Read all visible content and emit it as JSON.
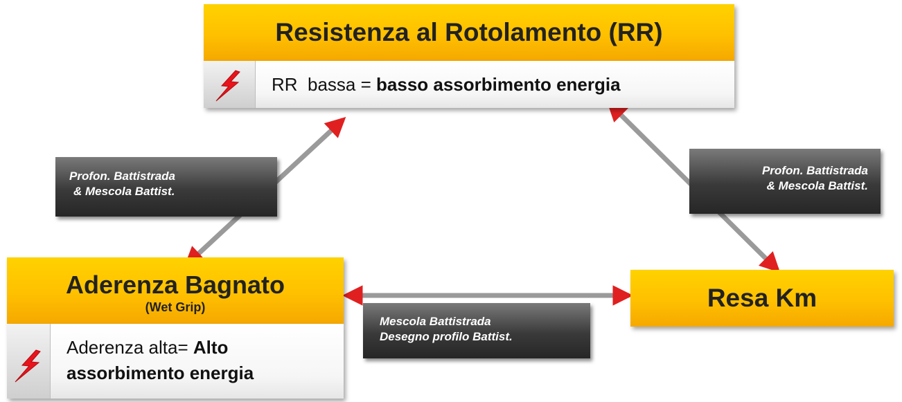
{
  "nodes": {
    "rr": {
      "title": "Resistenza al Rotolamento (RR)",
      "note_prefix": "RR  bassa = ",
      "note_bold": "basso assorbimento energia",
      "icon": "lightning-bolt-icon"
    },
    "wet": {
      "title": "Aderenza Bagnato",
      "subtitle": "(Wet Grip)",
      "note_prefix": "Aderenza alta= ",
      "note_bold_1": "Alto",
      "note_bold_2": "assorbimento energia",
      "icon": "lightning-bolt-icon"
    },
    "km": {
      "title": "Resa Km"
    }
  },
  "edges": {
    "left": {
      "line1": "Profon. Battistrada",
      "line2": "& Mescola Battist."
    },
    "right": {
      "line1": "Profon. Battistrada",
      "line2": "& Mescola Battist."
    },
    "bottom": {
      "line1": "Mescola Battistrada",
      "line2": "Desegno profilo Battist."
    }
  },
  "colors": {
    "accent_yellow": "#ffc000",
    "arrow_red": "#e02020",
    "label_dark": "#333333",
    "bolt_red": "#e8141c"
  }
}
